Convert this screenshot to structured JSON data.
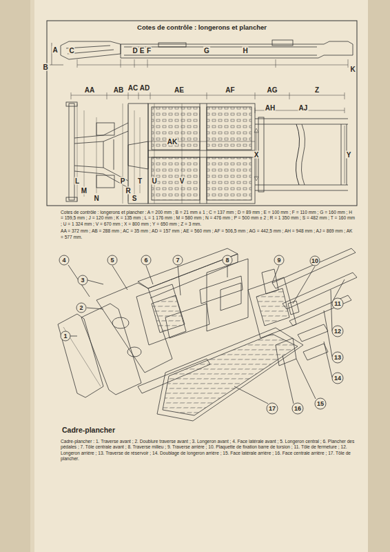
{
  "diagram": {
    "title": "Cotes de contrôle : longerons et plancher",
    "caption": "Cadre-plancher : 1. Traverse avant ; 2. Doublure traverse avant ; 3. Longeron avant ; 4. Face latérale avant ; 5. Longeron central ; 6. Plancher des pédales ; 7. Tôle centrale avant ; 8. Traverse milieu ; 9. Traverse arrière ; 10. Plaquette de fixation barre de torsion ; 11. Tôle de fermeture ; 12. Longeron arrière ; 13. Traverse de réservoir ; 14. Doublage de longeron arrière ; 15. Face latérale arrière ; 16. Face centrale arrière ; 17. Tôle de plancher.",
    "labels": [
      "A",
      "B",
      "C",
      "D",
      "E",
      "F",
      "G",
      "H",
      "K",
      "AA",
      "AB",
      "AC",
      "AD",
      "AE",
      "AF",
      "AG",
      "Z",
      "AH",
      "AJ",
      "AK",
      "L",
      "M",
      "N",
      "P",
      "R",
      "S",
      "T",
      "U",
      "V",
      "X",
      "Y",
      "Cotes de contrôle : longerons et plancher : A = 200 mm ; B = 21 mm ± 1 ; C = 137 mm ; D = 89 mm ; E = 100 mm ; F = 110 mm ; G = 160 mm ; H = 159,5 mm ; J = 120 mm ; K = 135 mm ; L = 1 176 mm ; M = 580 mm ; N = 476 mm ; P = 500 mm ± 2 ; R = 1 350 mm ; S = 482 mm ; T = 160 mm ; U = 1 324 mm ; V = 670 mm ; X = 800 mm ; Y = 650 mm ; Z = 3 mm.",
      "AA = 372 mm ; AB = 288 mm ; AC = 35 mm ; AD = 157 mm ; AE = 560 mm ; AF = 506,5 mm ; AG = 442,5 mm ; AH = 948 mm ; AJ = 869 mm ; AK = 577 mm.",
      "Cadre-plancher",
      "1",
      "2",
      "3",
      "4",
      "5",
      "6",
      "7",
      "8",
      "9",
      "10",
      "11",
      "12",
      "13",
      "14",
      "15",
      "16",
      "17"
    ]
  }
}
